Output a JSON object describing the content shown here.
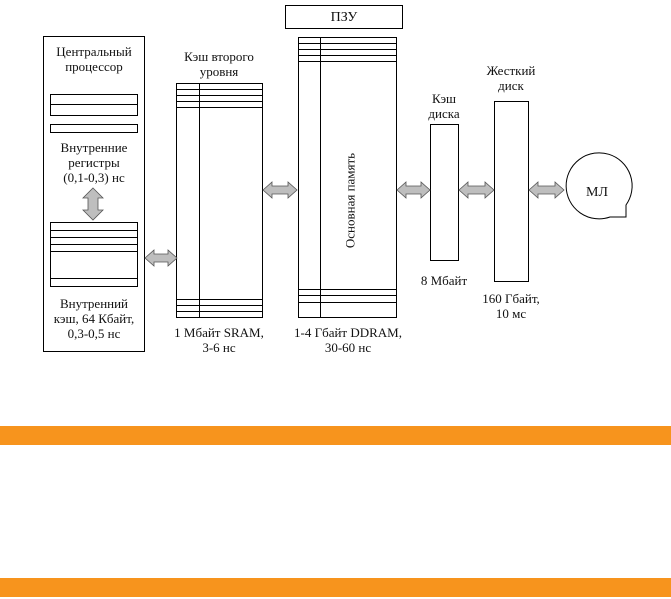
{
  "diagram": {
    "rom_label": "ПЗУ",
    "cpu": {
      "title": "Центральный\nпроцессор",
      "registers": "Внутренние\nрегистры\n(0,1-0,3) нс",
      "cache": "Внутренний\nкэш, 64 Кбайт,\n0,3-0,5 нс"
    },
    "l2": {
      "title": "Кэш второго\nуровня",
      "spec": "1 Мбайт SRAM,\n3-6 нс"
    },
    "main_memory": {
      "title": "Основная память",
      "spec": "1-4 Гбайт DDRAM,\n30-60 нс"
    },
    "disk_cache": {
      "title": "Кэш\nдиска",
      "spec": "8 Мбайт"
    },
    "hdd": {
      "title": "Жесткий\nдиск",
      "spec": "160 Гбайт,\n10 мс"
    },
    "tape_label": "МЛ"
  },
  "colors": {
    "accent_band": "#F7941D",
    "arrow_fill": "#BEBEBE",
    "line": "#000000"
  }
}
